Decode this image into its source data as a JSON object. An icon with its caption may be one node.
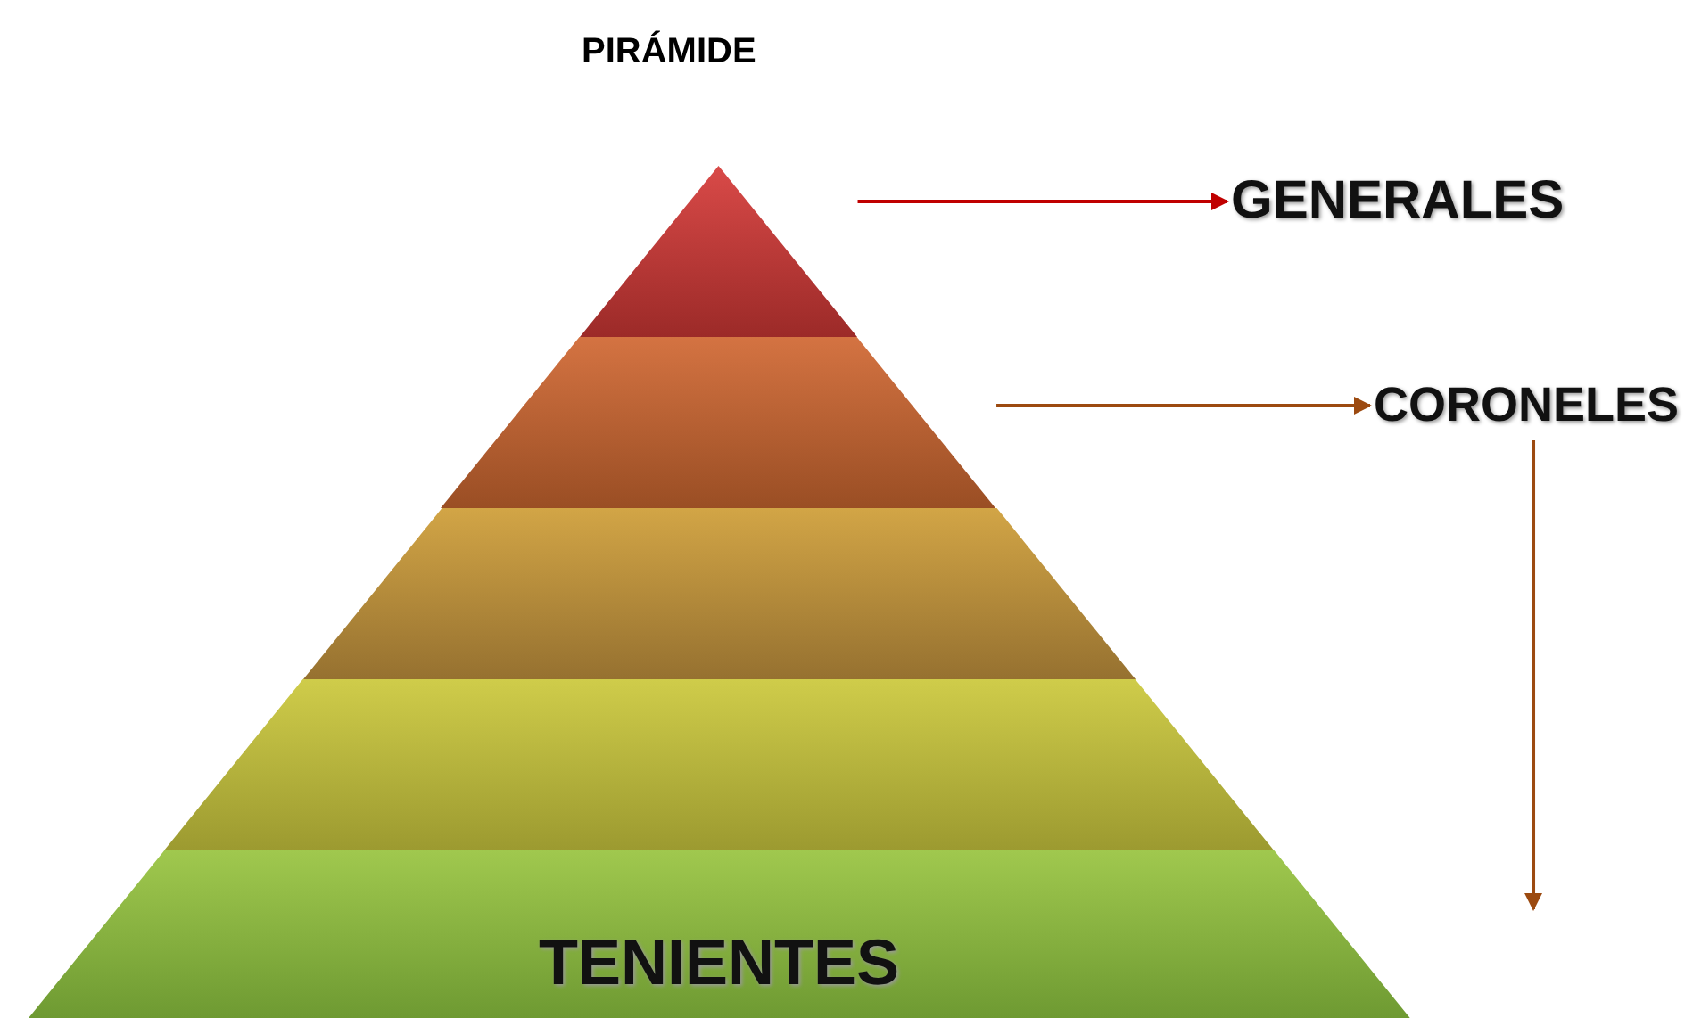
{
  "diagram": {
    "title": "PIRÁMIDE",
    "nodes": [
      {
        "text": [],
        "shape": "trapezoid"
      },
      {
        "text": [],
        "shape": "trapezoid"
      },
      {
        "text": [],
        "shape": "trapezoid"
      },
      {
        "text": [],
        "shape": "trapezoid"
      },
      {
        "text": [
          "TENIENTES"
        ]
      },
      {
        "text": [
          "GENERALES"
        ]
      },
      {
        "text": [
          "CORONELES"
        ]
      }
    ],
    "edges": [
      {
        "from": 0,
        "to": 5,
        "arrow": "to",
        "color": "#c00000"
      },
      {
        "from": 1,
        "to": 6,
        "arrow": "to"
      },
      {
        "from": 6,
        "to": null,
        "arrow": "to"
      }
    ]
  }
}
